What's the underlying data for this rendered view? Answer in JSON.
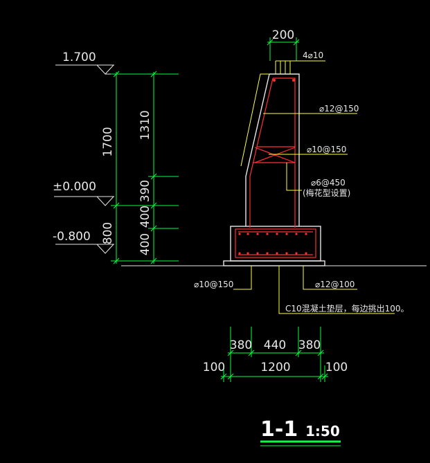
{
  "drawing": {
    "colors": {
      "background": "#000000",
      "dimension": "#00ff40",
      "concrete": "#e8e8e8",
      "rebar": "#ff3030",
      "leader": "#ffff40",
      "text": "#e8e8e8"
    },
    "elevations": [
      {
        "key": "top",
        "label": "1.700"
      },
      {
        "key": "zero",
        "label": "±0.000"
      },
      {
        "key": "bottom",
        "label": "-0.800"
      }
    ],
    "left_dimensions": {
      "outer": [
        "1700",
        "800"
      ],
      "inner": [
        "1310",
        "390",
        "400",
        "400"
      ]
    },
    "top_width": "200",
    "rebar_labels": {
      "top_bars": "4⌀10",
      "stem_vertical": "⌀12@150",
      "stem_horizontal": "⌀10@150",
      "tie": "⌀6@450",
      "tie_note": "(梅花型设置)",
      "footing_left": "⌀10@150",
      "footing_right": "⌀12@100"
    },
    "note": "C10混凝土垫层，每边挑出100。",
    "bottom_dimensions": {
      "row1": [
        "380",
        "440",
        "380"
      ],
      "row2_left": "100",
      "row2_mid": "1200",
      "row2_right": "100"
    },
    "title": {
      "section": "1-1",
      "scale": "1:50"
    }
  }
}
